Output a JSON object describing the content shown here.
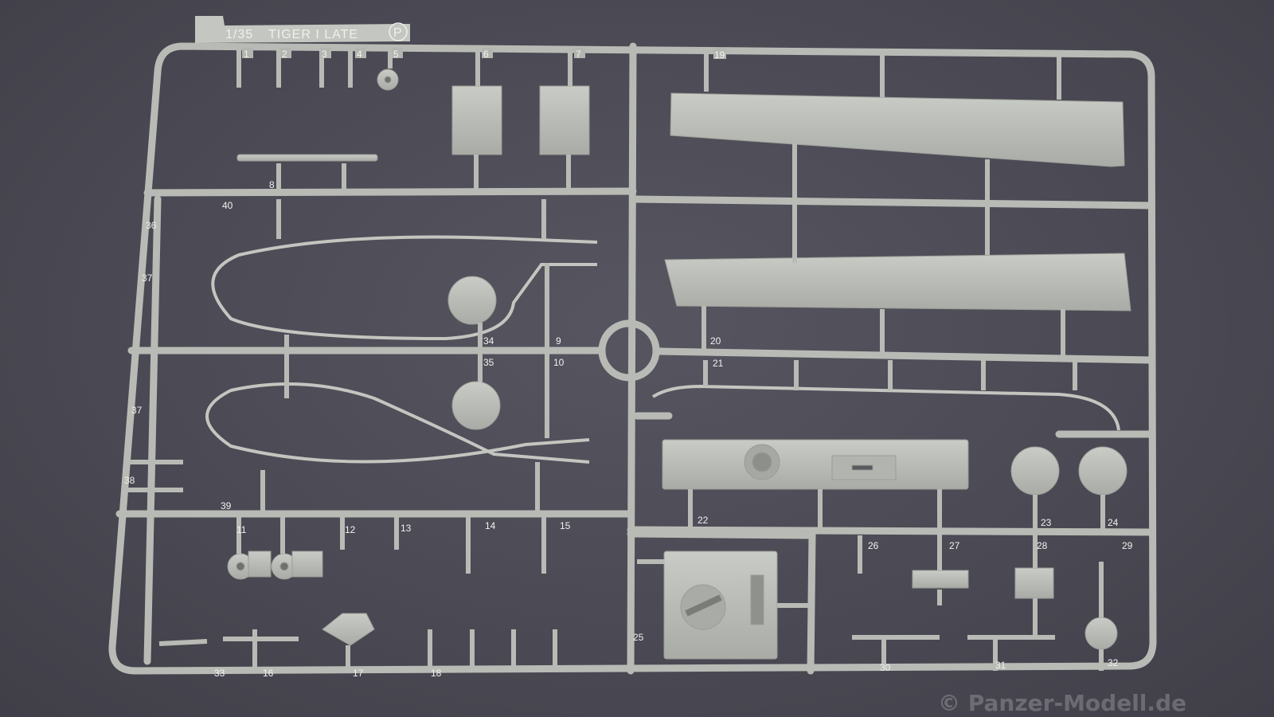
{
  "sprue_tag": {
    "scale": "1/35",
    "title": "TIGER I LATE",
    "mark": "P"
  },
  "watermark": "© Panzer-Modell.de",
  "colors": {
    "background": "#4b4953",
    "plastic": "#b8bbb5",
    "plastic_shadow": "#8f928c"
  },
  "part_numbers": [
    "1",
    "2",
    "3",
    "4",
    "5",
    "6",
    "7",
    "19",
    "8",
    "40",
    "36",
    "37",
    "37",
    "38",
    "39",
    "34",
    "35",
    "9",
    "10",
    "20",
    "21",
    "11",
    "12",
    "13",
    "14",
    "15",
    "22",
    "23",
    "24",
    "26",
    "27",
    "28",
    "29",
    "25",
    "30",
    "31",
    "32",
    "33",
    "16",
    "17",
    "18"
  ]
}
